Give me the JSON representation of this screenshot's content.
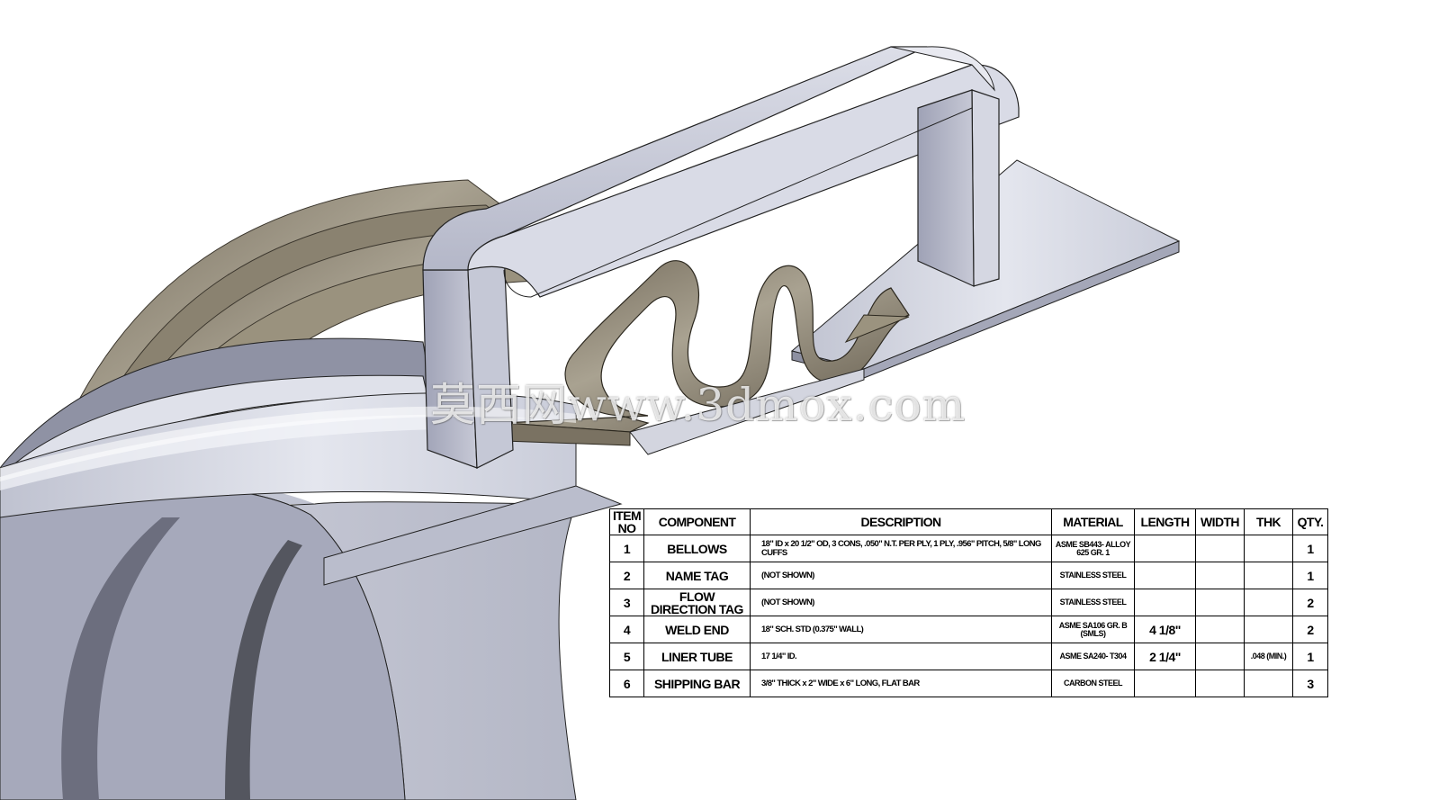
{
  "watermark": "莫西网www.3dmox.com",
  "bom": {
    "headers": {
      "item_no": "ITEM NO",
      "component": "COMPONENT",
      "description": "DESCRIPTION",
      "material": "MATERIAL",
      "length": "LENGTH",
      "width": "WIDTH",
      "thk": "THK",
      "qty": "QTY."
    },
    "rows": [
      {
        "item": "1",
        "component": "BELLOWS",
        "description": "18\" ID x 20 1/2\" OD, 3 CONS, .050\" N.T. PER PLY, 1 PLY, .956\" PITCH, 5/8\" LONG CUFFS",
        "material": "ASME SB443- ALLOY 625 GR. 1",
        "length": "",
        "width": "",
        "thk": "",
        "qty": "1"
      },
      {
        "item": "2",
        "component": "NAME TAG",
        "description": "(NOT SHOWN)",
        "material": "STAINLESS STEEL",
        "length": "",
        "width": "",
        "thk": "",
        "qty": "1"
      },
      {
        "item": "3",
        "component": "FLOW DIRECTION TAG",
        "description": "(NOT SHOWN)",
        "material": "STAINLESS STEEL",
        "length": "",
        "width": "",
        "thk": "",
        "qty": "2"
      },
      {
        "item": "4",
        "component": "WELD END",
        "description": "18\" SCH. STD (0.375\" WALL)",
        "material": "ASME SA106 GR. B (SMLS)",
        "length": "4 1/8\"",
        "width": "",
        "thk": "",
        "qty": "2"
      },
      {
        "item": "5",
        "component": "LINER TUBE",
        "description": "17 1/4\" ID.",
        "material": "ASME SA240- T304",
        "length": "2 1/4\"",
        "width": "",
        "thk": ".048 (MIN.)",
        "qty": "1"
      },
      {
        "item": "6",
        "component": "SHIPPING BAR",
        "description": "3/8\" THICK x 2\" WIDE x 6\" LONG, FLAT BAR",
        "material": "CARBON STEEL",
        "length": "",
        "width": "",
        "thk": "",
        "qty": "3"
      }
    ]
  }
}
